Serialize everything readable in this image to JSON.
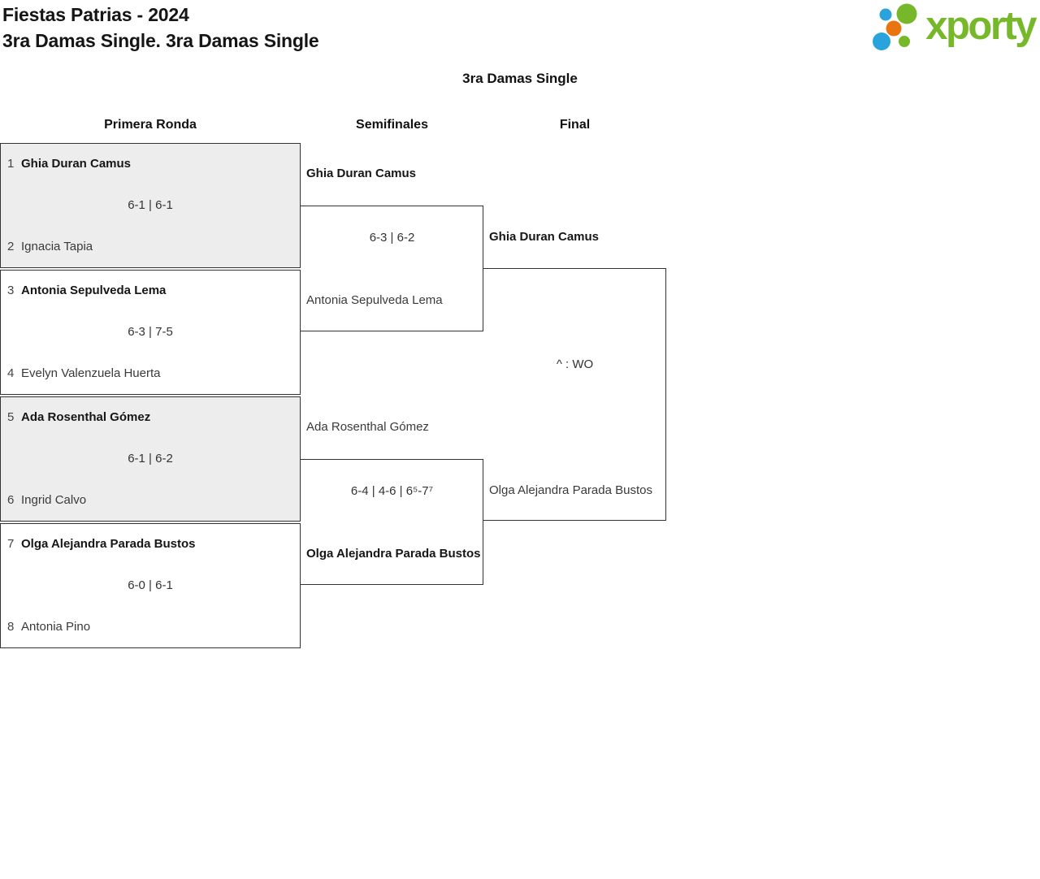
{
  "header": {
    "title_line1": "Fiestas Patrias - 2024",
    "title_line2": "3ra Damas Single. 3ra Damas Single",
    "logo_text": "xporty"
  },
  "bracket": {
    "title": "3ra Damas Single",
    "columns": [
      "Primera Ronda",
      "Semifinales",
      "Final"
    ],
    "first_round": [
      {
        "seed_top": "1",
        "player_top": "Ghia Duran Camus",
        "score": "6-1 | 6-1",
        "seed_bottom": "2",
        "player_bottom": "Ignacia Tapia"
      },
      {
        "seed_top": "3",
        "player_top": "Antonia Sepulveda Lema",
        "score": "6-3 | 7-5",
        "seed_bottom": "4",
        "player_bottom": "Evelyn Valenzuela Huerta"
      },
      {
        "seed_top": "5",
        "player_top": "Ada Rosenthal Gómez",
        "score": "6-1 | 6-2",
        "seed_bottom": "6",
        "player_bottom": "Ingrid Calvo"
      },
      {
        "seed_top": "7",
        "player_top": "Olga Alejandra Parada Bustos",
        "score": "6-0 | 6-1",
        "seed_bottom": "8",
        "player_bottom": "Antonia Pino"
      }
    ],
    "semifinals": [
      {
        "player_top": "Ghia Duran Camus",
        "score": "6-3 | 6-2",
        "player_bottom": "Antonia Sepulveda Lema"
      },
      {
        "player_top": "Ada Rosenthal Gómez",
        "score": "6-4 | 4-6 | 6⁵-7⁷",
        "player_bottom": "Olga Alejandra Parada Bustos"
      }
    ],
    "final": {
      "player_top": "Ghia Duran Camus",
      "score": "^ : WO",
      "player_bottom": "Olga Alejandra Parada Bustos"
    }
  },
  "colors": {
    "accent_green": "#76b82a",
    "dot_blue": "#2aa3dc",
    "dot_orange": "#e8750f",
    "box_gray": "#ededed",
    "border": "#333333"
  }
}
